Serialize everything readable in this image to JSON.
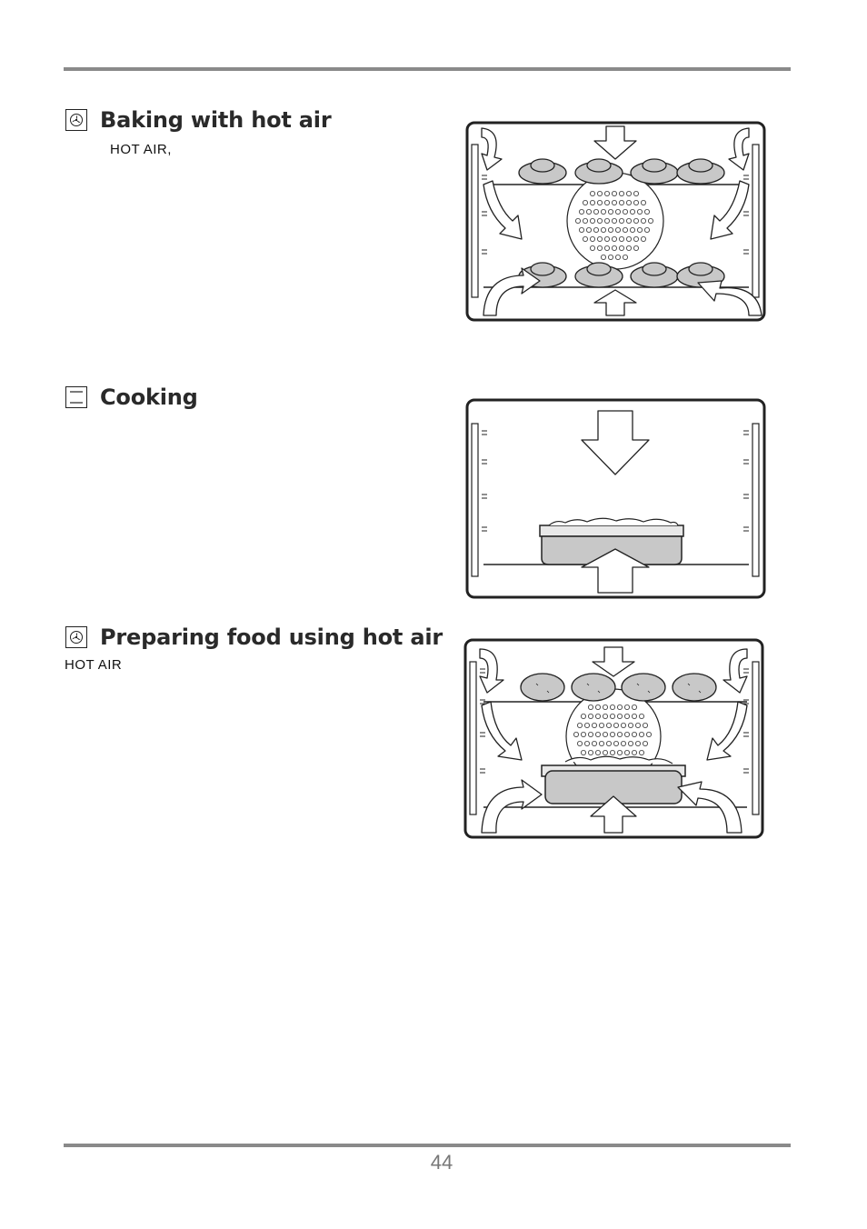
{
  "sections": [
    {
      "title": "Baking with hot air",
      "subtitle": "HOT AIR,",
      "icon": "fan-icon"
    },
    {
      "title": "Cooking",
      "subtitle": "",
      "icon": "top-bottom-heat-icon"
    },
    {
      "title": "Preparing food using hot air",
      "subtitle": "HOT AIR",
      "icon": "fan-icon"
    }
  ],
  "footer": {
    "page_number": "44"
  }
}
